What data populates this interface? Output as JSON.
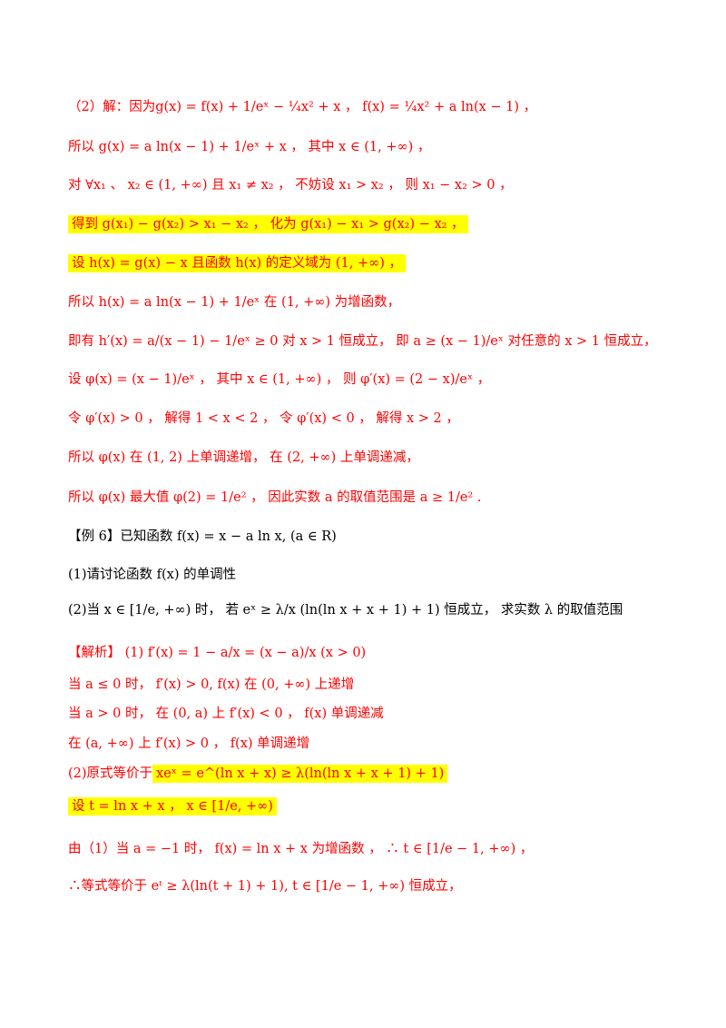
{
  "lines": [
    {
      "id": "l1",
      "text": "（2）解：因为g(x) = f(x) + 1/eˣ − ¼x² + x ， f(x) = ¼x² + a ln(x − 1) ，"
    },
    {
      "id": "l2",
      "text": "所以 g(x) = a ln(x − 1) + 1/eˣ + x ， 其中 x ∈ (1, +∞) ，"
    },
    {
      "id": "l3",
      "text": "对 ∀x₁ 、 x₂ ∈ (1, +∞) 且 x₁ ≠ x₂ ， 不妨设 x₁ > x₂ ， 则 x₁ − x₂ > 0 ，"
    },
    {
      "id": "l4",
      "text": "得到 g(x₁) − g(x₂) > x₁ − x₂ ， 化为 g(x₁) − x₁ > g(x₂) − x₂ ，"
    },
    {
      "id": "l5",
      "text": "设 h(x) = g(x) − x 且函数 h(x) 的定义域为 (1, +∞) ，"
    },
    {
      "id": "l6",
      "text": "所以 h(x) = a ln(x − 1) + 1/eˣ 在 (1, +∞) 为增函数，"
    },
    {
      "id": "l7",
      "text": "即有 h′(x) = a/(x − 1) − 1/eˣ ≥ 0 对 x > 1 恒成立， 即 a ≥ (x − 1)/eˣ 对任意的 x > 1 恒成立，"
    },
    {
      "id": "l8",
      "text": "设 φ(x) = (x − 1)/eˣ ， 其中 x ∈ (1, +∞) ， 则 φ′(x) = (2 − x)/eˣ ，"
    },
    {
      "id": "l9",
      "text": "令 φ′(x) > 0 ， 解得 1 < x < 2 ， 令 φ′(x) < 0 ， 解得 x > 2 ，"
    },
    {
      "id": "l10",
      "text": "所以 φ(x) 在 (1, 2) 上单调递增， 在 (2, +∞) 上单调递减，"
    },
    {
      "id": "l11",
      "text": "所以 φ(x) 最大值 φ(2) = 1/e² ， 因此实数 a 的取值范围是 a ≥ 1/e² ."
    },
    {
      "id": "l12",
      "text": "【例 6】已知函数 f(x) = x − a ln x, (a ∈ R)"
    },
    {
      "id": "l13",
      "text": "(1)请讨论函数 f(x) 的单调性"
    },
    {
      "id": "l14",
      "text": "(2)当 x ∈ [1/e, +∞) 时， 若 eˣ ≥ λ/x (ln(ln x + x + 1) + 1) 恒成立， 求实数 λ 的取值范围"
    },
    {
      "id": "l15",
      "text": "【解析】 (1) f′(x) = 1 − a/x = (x − a)/x (x > 0)"
    },
    {
      "id": "l16",
      "text": "当 a ≤ 0 时， f′(x) > 0, f(x) 在 (0, +∞) 上递增"
    },
    {
      "id": "l17",
      "text": "当 a > 0 时， 在 (0, a) 上 f′(x) < 0 ， f(x) 单调递减"
    },
    {
      "id": "l18",
      "text": "在 (a, +∞) 上 f′(x) > 0 ， f(x) 单调递增"
    },
    {
      "id": "l19a",
      "text": "(2)原式等价于"
    },
    {
      "id": "l19b",
      "text": "xeˣ = e^(ln x + x) ≥ λ(ln(ln x + x + 1) + 1)"
    },
    {
      "id": "l20",
      "text": "设 t = ln x + x ， x ∈ [1/e, +∞)"
    },
    {
      "id": "l21",
      "text": "由（1）当 a = −1 时， f(x) = ln x + x 为增函数 ， ∴ t ∈ [1/e − 1, +∞) ，"
    },
    {
      "id": "l22",
      "text": "∴等式等价于 eᵗ ≥ λ(ln(t + 1) + 1), t ∈ [1/e − 1, +∞) 恒成立，"
    }
  ]
}
